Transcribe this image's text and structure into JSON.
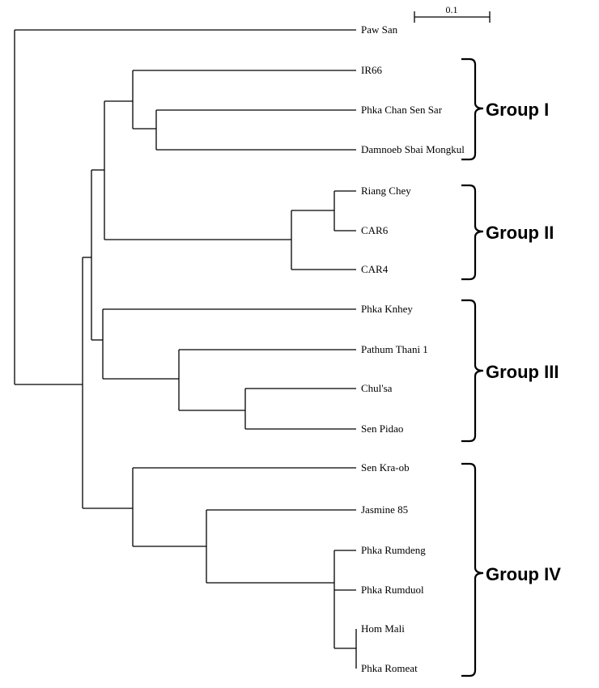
{
  "scale_bar": {
    "label": "0.1"
  },
  "leaves": [
    "Paw San",
    "IR66",
    "Phka Chan Sen Sar",
    "Damnoeb Sbai Mongkul",
    "Riang Chey",
    "CAR6",
    "CAR4",
    "Phka Knhey",
    "Pathum Thani 1",
    "Chul'sa",
    "Sen Pidao",
    "Sen Kra-ob",
    "Jasmine 85",
    "Phka Rumdeng",
    "Phka Rumduol",
    "Hom Mali",
    "Phka Romeat"
  ],
  "groups": [
    {
      "label": "Group I"
    },
    {
      "label": "Group II"
    },
    {
      "label": "Group III"
    },
    {
      "label": "Group IV"
    }
  ]
}
